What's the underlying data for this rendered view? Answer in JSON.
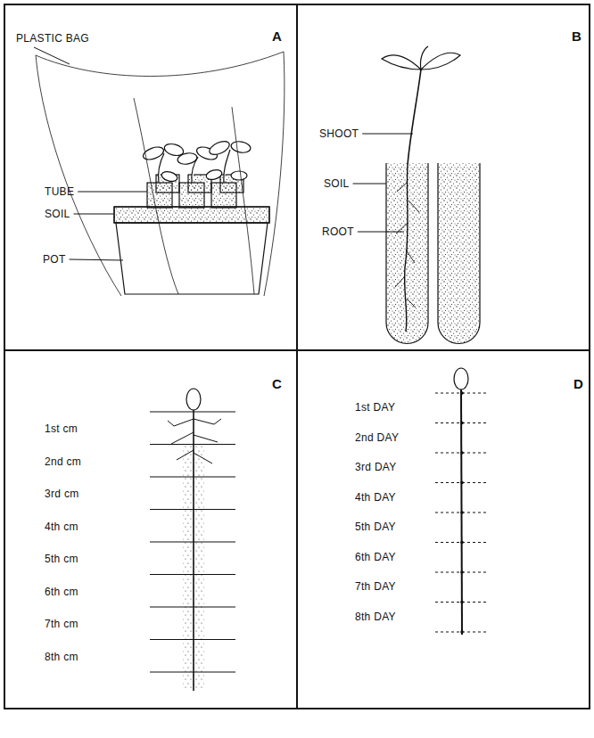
{
  "diagram": {
    "labels": [
      "A",
      "B",
      "C",
      "D",
      "PLASTIC BAG",
      "TUBE",
      "SOIL",
      "POT",
      "SHOOT",
      "SOIL",
      "ROOT",
      "1st cm",
      "2nd cm",
      "3rd cm",
      "4th cm",
      "5th cm",
      "6th cm",
      "7th cm",
      "8th cm",
      "1st DAY",
      "2nd DAY",
      "3rd DAY",
      "4th DAY",
      "5th DAY",
      "6th DAY",
      "7th DAY",
      "8th DAY"
    ]
  }
}
